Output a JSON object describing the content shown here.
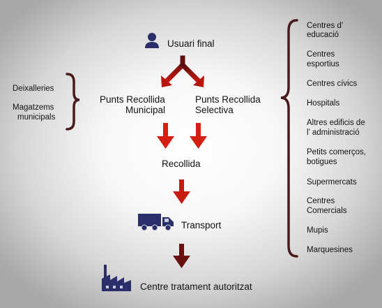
{
  "flow": {
    "user": "Usuari final",
    "point_municipal_1": "Punts Recollida",
    "point_municipal_2": "Municipal",
    "point_selective_1": "Punts Recollida",
    "point_selective_2": "Selectiva",
    "collection": "Recollida",
    "transport": "Transport",
    "treatment": "Centre tratament autoritzat"
  },
  "left_group": {
    "items": [
      "Deixalleries",
      "Magatzems",
      "municipals"
    ]
  },
  "right_group": {
    "items": [
      [
        "Centres d’",
        "educació"
      ],
      [
        "Centres",
        "esportius"
      ],
      [
        "Centres cívics"
      ],
      [
        "Hospitals"
      ],
      [
        "Altres edificis de",
        "l’ administració"
      ],
      [
        "Petits comerços,",
        "botigues"
      ],
      [
        "Supermercats"
      ],
      [
        "Centres",
        "Comercials"
      ],
      [
        "Mupis"
      ],
      [
        "Marquesines"
      ]
    ]
  },
  "icons": [
    "user-icon",
    "truck-icon",
    "factory-icon"
  ],
  "colors": {
    "arrow_red": "#d41f12",
    "arrow_dark": "#6a1010",
    "brace": "#4a1a1a",
    "icon": "#2a2f6b"
  }
}
